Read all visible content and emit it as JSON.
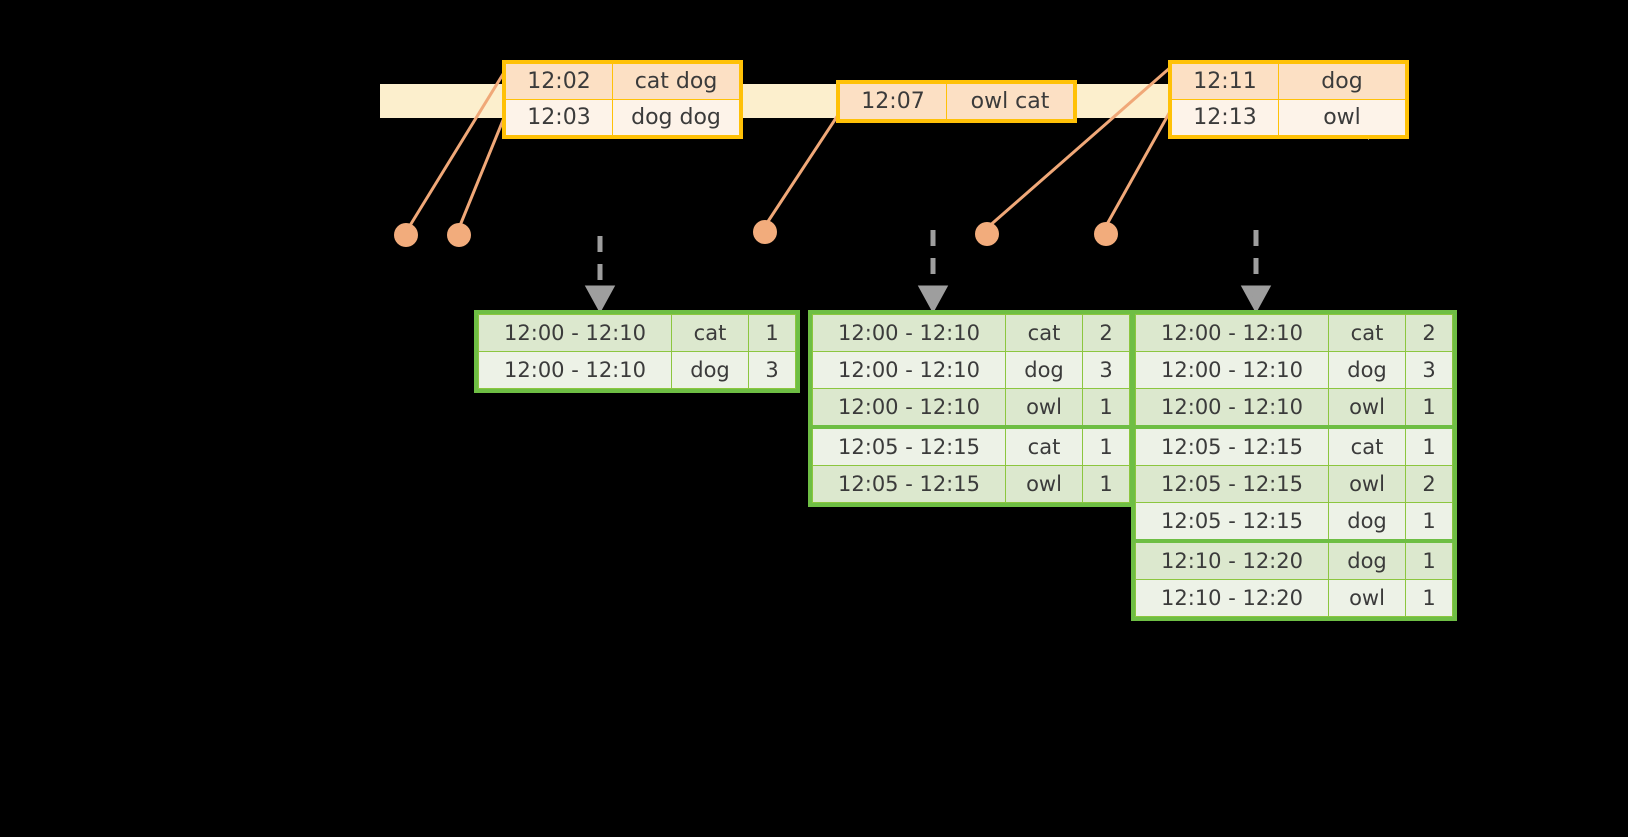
{
  "diagram": {
    "type": "sliding-window-aggregation",
    "colors": {
      "background": "#000000",
      "timeline_bar": "#FCEFCD",
      "event_border": "#FFC107",
      "event_fill_shade": "#FCE0C4",
      "event_fill_plain": "#FDF3E9",
      "connector": "#F0A878",
      "dot": "#F2AC7C",
      "result_border": "#6EBE44",
      "result_fill_shade": "#DCE8CE",
      "result_fill_plain": "#EDF2E7",
      "dashed_arrow": "#9E9E9E"
    }
  },
  "timeline": {
    "name": "event-stream-timeline",
    "events": [
      {
        "group": "group-1",
        "rows": [
          {
            "time": "12:02",
            "words": "cat dog"
          },
          {
            "time": "12:03",
            "words": "dog dog"
          }
        ]
      },
      {
        "group": "group-2",
        "rows": [
          {
            "time": "12:07",
            "words": "owl cat"
          }
        ]
      },
      {
        "group": "group-3",
        "rows": [
          {
            "time": "12:11",
            "words": "dog"
          },
          {
            "time": "12:13",
            "words": "owl"
          }
        ]
      }
    ]
  },
  "results": [
    {
      "name": "result-table-1",
      "columns": [
        "window",
        "word",
        "count"
      ],
      "rows": [
        {
          "window": "12:00 - 12:10",
          "word": "cat",
          "count": "1"
        },
        {
          "window": "12:00 - 12:10",
          "word": "dog",
          "count": "3"
        }
      ]
    },
    {
      "name": "result-table-2",
      "columns": [
        "window",
        "word",
        "count"
      ],
      "rows": [
        {
          "window": "12:00 - 12:10",
          "word": "cat",
          "count": "2"
        },
        {
          "window": "12:00 - 12:10",
          "word": "dog",
          "count": "3"
        },
        {
          "window": "12:00 - 12:10",
          "word": "owl",
          "count": "1"
        },
        {
          "window": "12:05 - 12:15",
          "word": "cat",
          "count": "1"
        },
        {
          "window": "12:05 - 12:15",
          "word": "owl",
          "count": "1"
        }
      ]
    },
    {
      "name": "result-table-3",
      "columns": [
        "window",
        "word",
        "count"
      ],
      "rows": [
        {
          "window": "12:00 - 12:10",
          "word": "cat",
          "count": "2"
        },
        {
          "window": "12:00 - 12:10",
          "word": "dog",
          "count": "3"
        },
        {
          "window": "12:00 - 12:10",
          "word": "owl",
          "count": "1"
        },
        {
          "window": "12:05 - 12:15",
          "word": "cat",
          "count": "1"
        },
        {
          "window": "12:05 - 12:15",
          "word": "owl",
          "count": "2"
        },
        {
          "window": "12:05 - 12:15",
          "word": "dog",
          "count": "1"
        },
        {
          "window": "12:10 - 12:20",
          "word": "dog",
          "count": "1"
        },
        {
          "window": "12:10 - 12:20",
          "word": "owl",
          "count": "1"
        }
      ]
    }
  ]
}
